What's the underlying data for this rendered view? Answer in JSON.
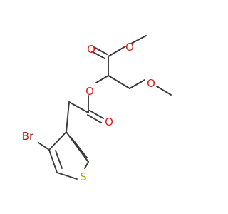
{
  "structure": {
    "atoms": [
      {
        "id": "o_carbonyl_top",
        "symbol": "O",
        "color": "#e0211d"
      },
      {
        "id": "o_ester_top",
        "symbol": "O",
        "color": "#e0211d"
      },
      {
        "id": "o_ester_mid",
        "symbol": "O",
        "color": "#e0211d"
      },
      {
        "id": "o_ether",
        "symbol": "O",
        "color": "#e0211d"
      },
      {
        "id": "o_carbonyl_mid",
        "symbol": "O",
        "color": "#e0211d"
      },
      {
        "id": "br",
        "symbol": "Br",
        "color": "#a3271c"
      },
      {
        "id": "s",
        "symbol": "S",
        "color": "#b7a800"
      }
    ],
    "bond_color": "#3a3a3a"
  }
}
